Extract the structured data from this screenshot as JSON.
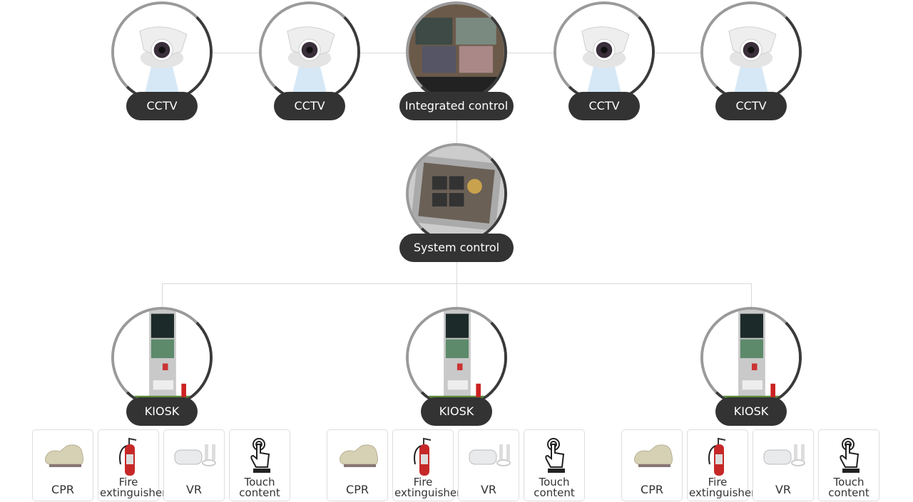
{
  "top_nodes": [
    {
      "label": "CCTV",
      "icon": "cctv-camera-icon"
    },
    {
      "label": "CCTV",
      "icon": "cctv-camera-icon"
    },
    {
      "label": "Integrated control",
      "icon": "monitors-icon"
    },
    {
      "label": "CCTV",
      "icon": "cctv-camera-icon"
    },
    {
      "label": "CCTV",
      "icon": "cctv-camera-icon"
    }
  ],
  "system_node": {
    "label": "System control",
    "icon": "tablet-icon"
  },
  "kiosks": [
    {
      "label": "KIOSK",
      "items": [
        {
          "label": "CPR"
        },
        {
          "label": "Fire extinguisher"
        },
        {
          "label": "VR"
        },
        {
          "label": "Touch content"
        }
      ]
    },
    {
      "label": "KIOSK",
      "items": [
        {
          "label": "CPR"
        },
        {
          "label": "Fire extinguisher"
        },
        {
          "label": "VR"
        },
        {
          "label": "Touch content"
        }
      ]
    },
    {
      "label": "KIOSK",
      "items": [
        {
          "label": "CPR"
        },
        {
          "label": "Fire extinguisher"
        },
        {
          "label": "VR"
        },
        {
          "label": "Touch content"
        }
      ]
    }
  ]
}
